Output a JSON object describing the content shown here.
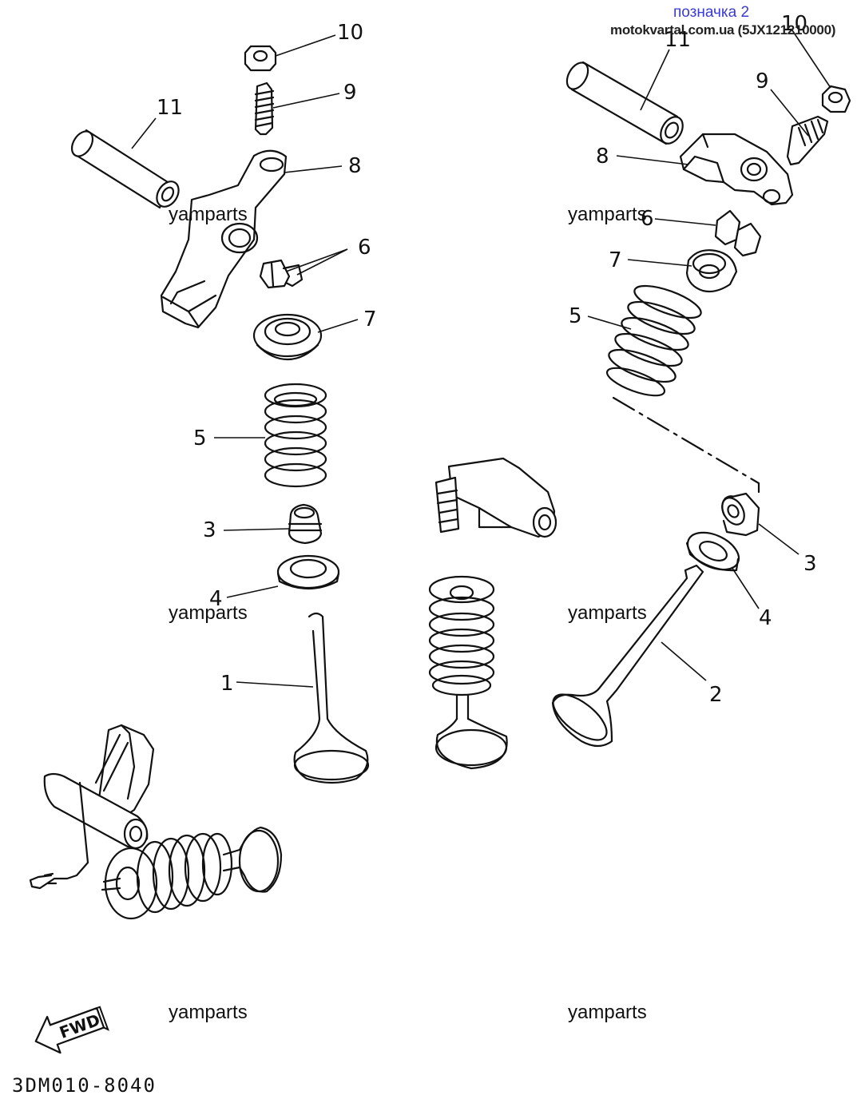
{
  "header": {
    "mark": "позначка 2",
    "site": "motokvartal.com.ua (5JX121210000)"
  },
  "watermarks": [
    "yamparts",
    "yamparts",
    "yamparts",
    "yamparts",
    "yamparts",
    "yamparts"
  ],
  "callouts": {
    "left": [
      "10",
      "9",
      "11",
      "8",
      "6",
      "7",
      "5",
      "3",
      "4",
      "1"
    ],
    "right": [
      "11",
      "10",
      "9",
      "8",
      "6",
      "7",
      "5",
      "3",
      "4",
      "2"
    ]
  },
  "fwd_label": "FWD",
  "diagram_code": "3DM010-8040",
  "icons": [
    "fwd-arrow-icon"
  ]
}
